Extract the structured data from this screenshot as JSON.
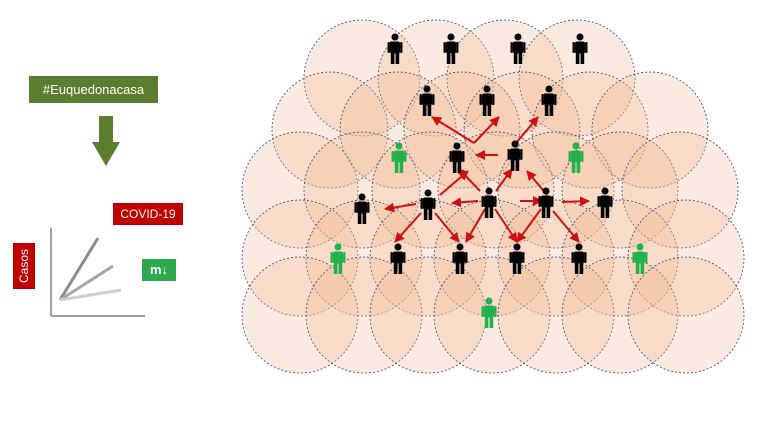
{
  "left_panel": {
    "hashtag_label": "#Euquedonacasa",
    "covid_label": "COVID-19",
    "casos_label": "Casos",
    "m_label": "m↓"
  },
  "colors": {
    "hashtag_bg": "#5a7d2e",
    "alert_red": "#c00000",
    "badge_green": "#2ea84f",
    "arrow_green": "#5a7d2e",
    "infected": "#000000",
    "healthy": "#22b14c",
    "transmission_arrow": "#d01010",
    "circle_fill": "#f2b896",
    "circle_stroke": "#2f4d7a"
  },
  "icons": {
    "down_arrow": "down-arrow-icon",
    "person": "person-icon"
  }
}
